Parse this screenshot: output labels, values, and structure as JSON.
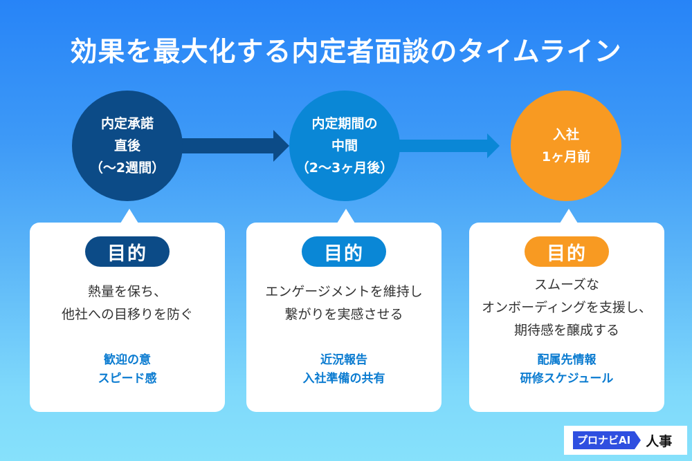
{
  "title": "効果を最大化する内定者面談のタイムライン",
  "colors": {
    "stage1": "#0c4b87",
    "stage2": "#0a87d6",
    "stage3": "#f89a22",
    "keyword": "#0a7bd0",
    "logo": "#2f4fe0"
  },
  "stages": [
    {
      "label_lines": [
        "内定承諾",
        "直後",
        "（〜2週間）"
      ],
      "purpose_label": "目的",
      "description_lines": [
        "熱量を保ち、",
        "他社への目移りを防ぐ"
      ],
      "keywords": [
        "歓迎の意",
        "スピード感"
      ]
    },
    {
      "label_lines": [
        "内定期間の",
        "中間",
        "（2〜3ヶ月後）"
      ],
      "purpose_label": "目的",
      "description_lines": [
        "エンゲージメントを維持し",
        "繋がりを実感させる"
      ],
      "keywords": [
        "近況報告",
        "入社準備の共有"
      ]
    },
    {
      "label_lines": [
        "入社",
        "1ヶ月前"
      ],
      "purpose_label": "目的",
      "description_lines": [
        "スムーズな",
        "オンボーディングを支援し、",
        "期待感を醸成する"
      ],
      "keywords": [
        "配属先情報",
        "研修スケジュール"
      ]
    }
  ],
  "logo": {
    "badge": "プロナビAI",
    "text": "人事"
  }
}
